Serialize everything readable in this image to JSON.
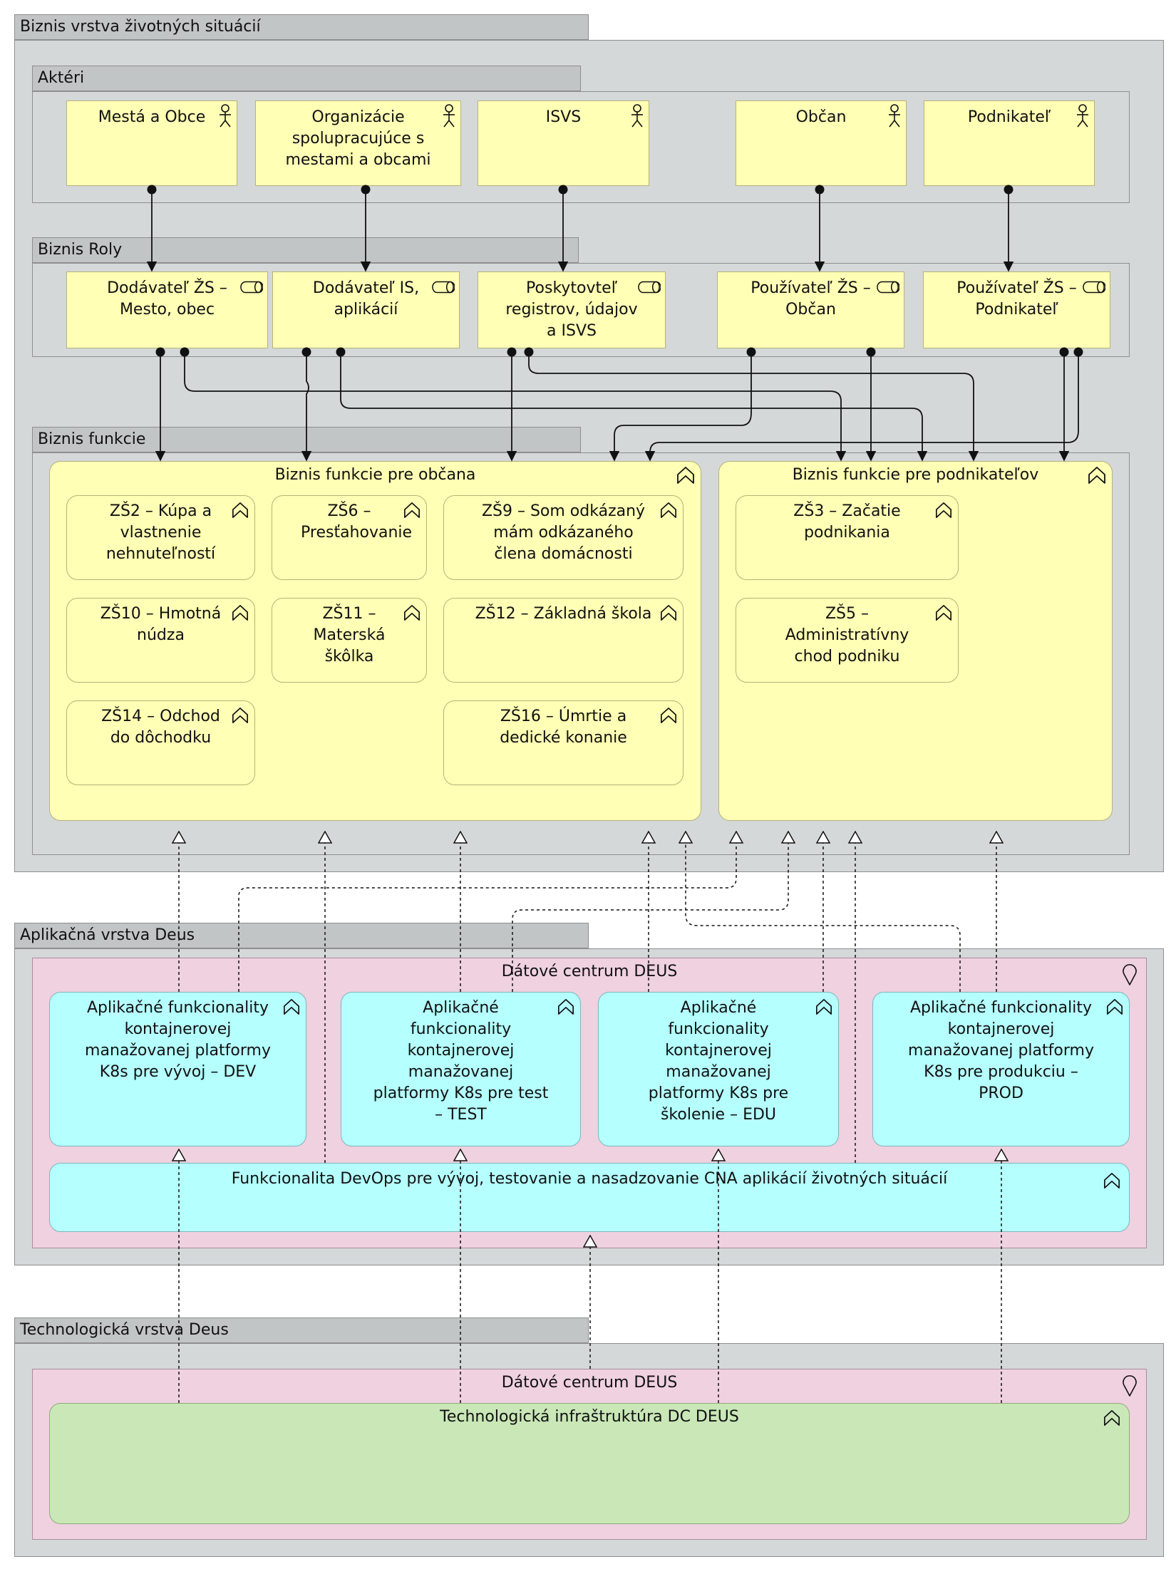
{
  "layers": {
    "business": "Biznis vrstva životných situácií",
    "application": "Aplikačná vrstva Deus",
    "technology": "Technologická vrstva Deus"
  },
  "groups": {
    "actors": "Aktéri",
    "roles": "Biznis Roly",
    "functions": "Biznis funkcie"
  },
  "actors": [
    "Mestá a Obce",
    "Organizácie spolupracujúce s mestami a obcami",
    "ISVS",
    "Občan",
    "Podnikateľ"
  ],
  "roles": [
    "Dodávateľ ŽS – Mesto, obec",
    "Dodávateľ IS, aplikácií",
    "Poskytovteľ registrov, údajov a ISVS",
    "Používateľ ŽS – Občan",
    "Používateľ ŽS – Podnikateľ"
  ],
  "citizen_functions": {
    "title": "Biznis funkcie pre občana",
    "items": [
      "ZŠ2 – Kúpa a vlastnenie nehnuteľností",
      "ZŠ6 – Presťahovanie",
      "ZŠ9 – Som odkázaný mám odkázaného člena domácnosti",
      "ZŠ10 – Hmotná núdza",
      "ZŠ11 – Materská škôlka",
      "ZŠ12 – Základná škola",
      "ZŠ14 – Odchod do dôchodku",
      "ZŠ16 – Úmrtie a dedické konanie"
    ]
  },
  "business_functions": {
    "title": "Biznis funkcie pre podnikateľov",
    "items": [
      "ZŠ3 – Začatie podnikania",
      "ZŠ5 – Administratívny chod podniku"
    ]
  },
  "app_location": "Dátové centrum DEUS",
  "app_functions": [
    "Aplikačné funkcionality kontajnerovej manažovanej platformy K8s pre vývoj – DEV",
    "Aplikačné funkcionality kontajnerovej manažovanej platformy K8s pre test – TEST",
    "Aplikačné funkcionality kontajnerovej manažovanej platformy K8s pre školenie – EDU",
    "Aplikačné funkcionality kontajnerovej manažovanej platformy K8s pre produkciu – PROD"
  ],
  "devops": "Funkcionalita DevOps pre vývoj, testovanie a nasadzovanie CNA aplikácií životných situácií",
  "tech_location": "Dátové centrum DEUS",
  "tech_infra": "Technologická infraštruktúra DC DEUS",
  "colors": {
    "business": "#ffffb5",
    "application": "#b5ffff",
    "technology": "#c9e7b7",
    "location": "#efd1e0",
    "grouping": "#d4d8d9"
  }
}
